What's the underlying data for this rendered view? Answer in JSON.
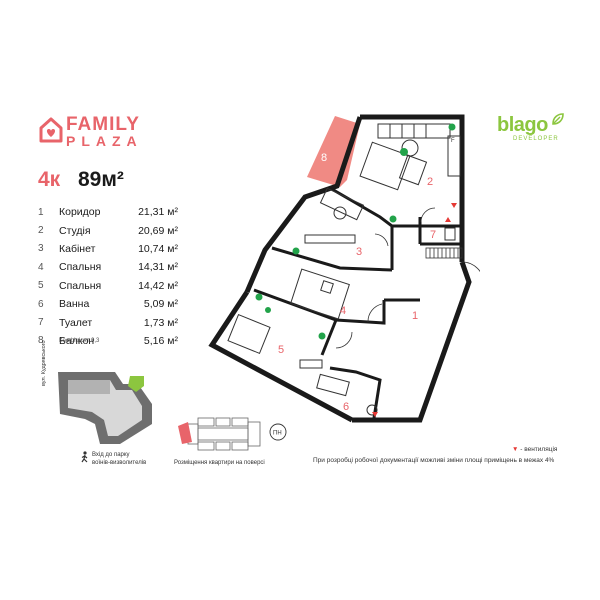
{
  "brand": {
    "name_line1": "FAMILY",
    "name_line2": "PLAZA",
    "developer": "blago",
    "developer_sub": "DEVELOPER",
    "accent_color": "#e8646a",
    "developer_color": "#8cc63f"
  },
  "apartment": {
    "type": "4к",
    "area": "89м²"
  },
  "rooms": [
    {
      "num": "1",
      "name": "Коридор",
      "area": "21,31 м²"
    },
    {
      "num": "2",
      "name": "Студія",
      "area": "20,69 м²"
    },
    {
      "num": "3",
      "name": "Кабінет",
      "area": "10,74 м²"
    },
    {
      "num": "4",
      "name": "Спальня",
      "area": "14,31 м²"
    },
    {
      "num": "5",
      "name": "Спальня",
      "area": "14,42 м²"
    },
    {
      "num": "6",
      "name": "Ванна",
      "area": "5,09 м²"
    },
    {
      "num": "7",
      "name": "Туалет",
      "area": "1,73 м²"
    },
    {
      "num": "8",
      "name": "Балкон",
      "area": "5,16 м²"
    }
  ],
  "balcony_coefficient": "Коефіцієнт 0,3",
  "plan_labels": [
    "1",
    "2",
    "3",
    "4",
    "5",
    "6",
    "7",
    "8"
  ],
  "compass": "ПН",
  "street_label": "вул. Кудрявського",
  "park_label_line1": "Вхід до парку",
  "park_label_line2": "воїнів-визволителів",
  "floor_location_label": "Розміщення квартири на поверсі",
  "ventilation_label": "- вентиляція",
  "footnote": "При розробці робочої документації можливі зміни площі приміщень в межах 4%"
}
